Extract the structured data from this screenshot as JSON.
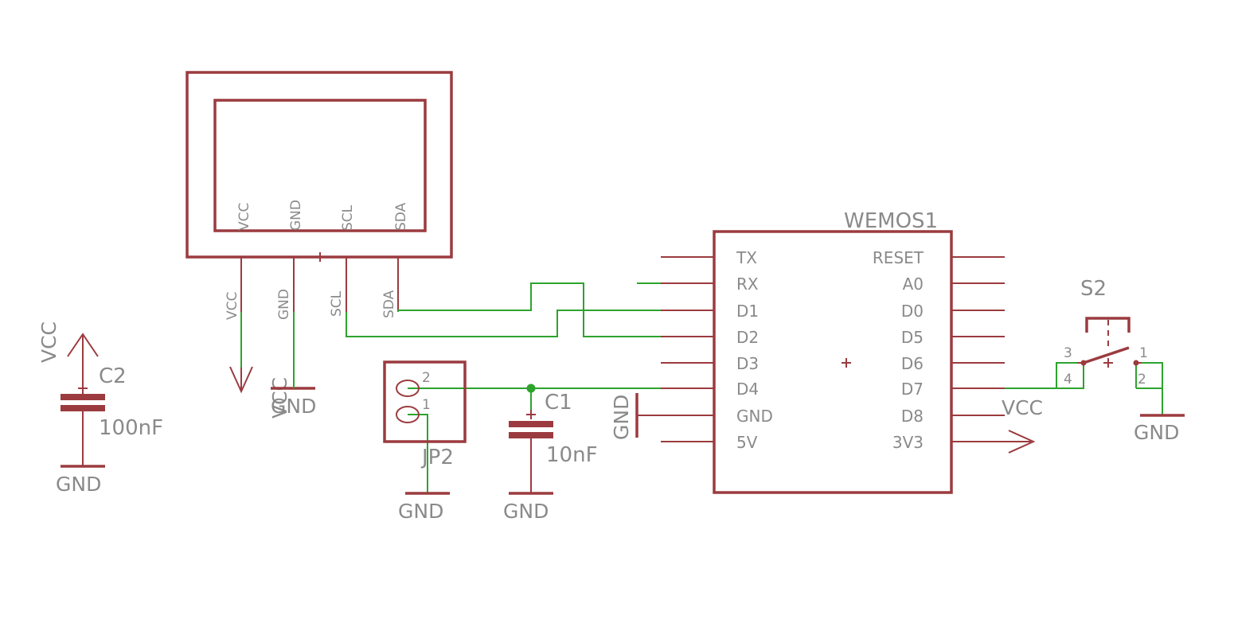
{
  "display": {
    "inner_pins": [
      "VCC",
      "GND",
      "SCL",
      "SDA"
    ],
    "outer_pins": [
      "VCC",
      "GND",
      "SCL",
      "SDA"
    ]
  },
  "wemos": {
    "name": "WEMOS1",
    "left_pins": [
      "TX",
      "RX",
      "D1",
      "D2",
      "D3",
      "D4",
      "GND",
      "5V"
    ],
    "right_pins": [
      "RESET",
      "A0",
      "D0",
      "D5",
      "D6",
      "D7",
      "D8",
      "3V3"
    ]
  },
  "c2": {
    "name": "C2",
    "value": "100nF"
  },
  "c1": {
    "name": "C1",
    "value": "10nF"
  },
  "jp2": {
    "name": "JP2",
    "pin2": "2",
    "pin1": "1"
  },
  "s2": {
    "name": "S2",
    "pins": [
      "3",
      "1",
      "4",
      "2"
    ]
  },
  "supplies": {
    "c2_top": "VCC",
    "c2_bottom": "GND",
    "display_vcc": "VCC",
    "display_gnd": "GND",
    "jp2_gnd": "GND",
    "c1_gnd": "GND",
    "wemos_gnd": "GND",
    "wemos_3v3": "VCC",
    "s2_gnd": "GND"
  },
  "colors": {
    "symbol": "#9b3b3f",
    "wire": "#2ea32e",
    "text": "#8a8a8a",
    "background": "#ffffff"
  }
}
